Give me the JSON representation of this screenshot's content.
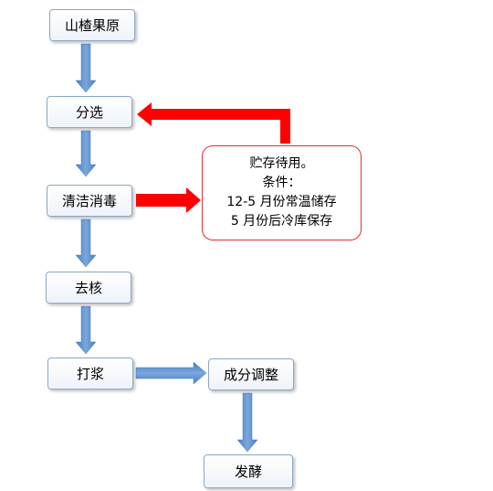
{
  "steps": {
    "hawthorn_raw": "山楂果原",
    "sorting": "分选",
    "cleaning": "清洁消毒",
    "pitting": "去核",
    "pulping": "打浆",
    "adjusting": "成分调整",
    "fermenting": "发酵"
  },
  "storage_note": {
    "line1": "贮存待用。",
    "line2": "条件：",
    "line3": "12-5 月份常温储存",
    "line4": "5 月份后冷库保存"
  },
  "colors": {
    "flow_arrow": "#5b8fc9",
    "highlight_arrow": "#ff0000",
    "note_border": "#e03030"
  }
}
